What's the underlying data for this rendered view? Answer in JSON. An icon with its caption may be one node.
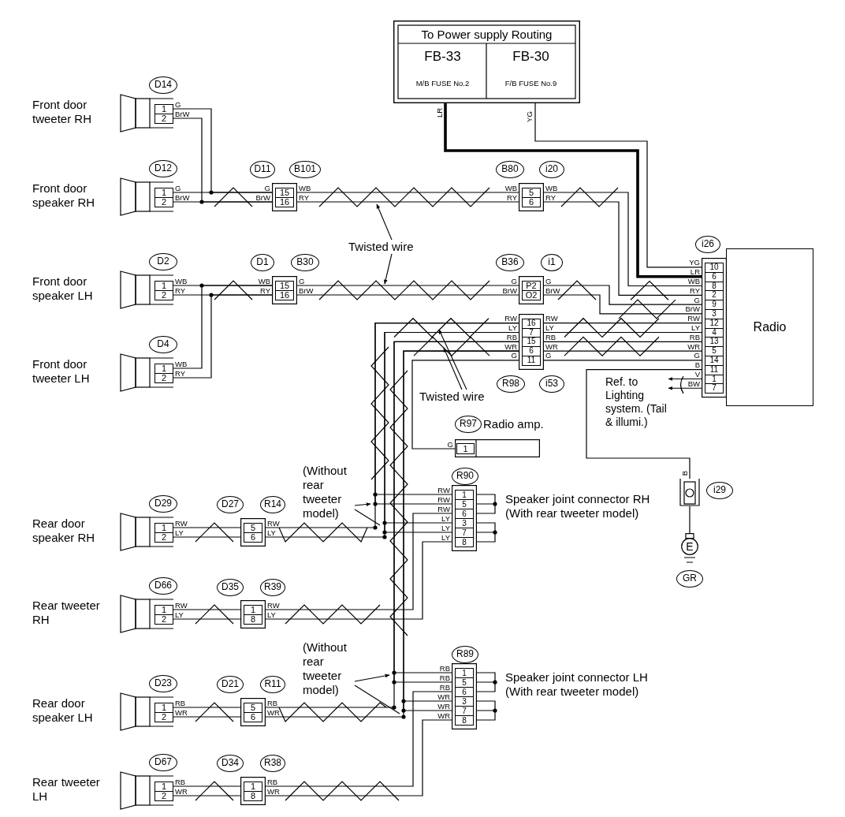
{
  "diagram": {
    "nodes": [
      {
        "text": [
          "To Power supply Routing",
          "FB-33",
          "M/B FUSE No.2",
          "FB-30",
          "F/B FUSE No.9",
          "LR",
          "YG"
        ]
      },
      {
        "text": [
          "D14",
          "1",
          "2",
          "G",
          "BrW"
        ],
        "beside": [
          "Front door tweeter RH"
        ]
      },
      {
        "text": [
          "D12",
          "1",
          "2",
          "G",
          "BrW"
        ],
        "beside": [
          "Front door speaker RH"
        ]
      },
      {
        "text": [
          "D11",
          "B101",
          "15",
          "16",
          "G",
          "BrW",
          "WB",
          "RY"
        ]
      },
      {
        "text": [
          "B80",
          "i20",
          "5",
          "6",
          "WB",
          "RY",
          "WB",
          "RY"
        ]
      },
      {
        "text": [
          "D2",
          "1",
          "2",
          "WB",
          "RY"
        ],
        "beside": [
          "Front door speaker LH"
        ]
      },
      {
        "text": [
          "D1",
          "B30",
          "15",
          "16",
          "WB",
          "RY",
          "G",
          "BrW"
        ]
      },
      {
        "text": [
          "B36",
          "i1",
          "P2",
          "O2",
          "G",
          "BrW",
          "G",
          "BrW"
        ]
      },
      {
        "text": [
          "D4",
          "1",
          "2",
          "WB",
          "RY"
        ],
        "beside": [
          "Front door tweeter LH"
        ]
      },
      {
        "text": [
          "R98",
          "i53",
          "16",
          "7",
          "15",
          "6",
          "11",
          "RW",
          "LY",
          "RB",
          "WR",
          "G",
          "RW",
          "LY",
          "RB",
          "WR",
          "G"
        ]
      },
      {
        "text": [
          "i26",
          "10",
          "6",
          "8",
          "2",
          "9",
          "3",
          "12",
          "4",
          "13",
          "5",
          "14",
          "11",
          "1",
          "7",
          "YG",
          "LR",
          "WB",
          "RY",
          "G",
          "BrW",
          "RW",
          "LY",
          "RB",
          "WR",
          "G",
          "B",
          "V",
          "BW"
        ]
      },
      {
        "text": [
          "Radio"
        ]
      },
      {
        "text": [
          "R97",
          "Radio amp.",
          "1",
          "G"
        ]
      },
      {
        "text": [
          "R90",
          "1",
          "5",
          "6",
          "3",
          "7",
          "8",
          "RW",
          "RW",
          "RW",
          "LY",
          "LY",
          "LY"
        ],
        "beside": [
          "Speaker joint connector RH",
          "(With rear tweeter model)"
        ]
      },
      {
        "text": [
          "D29",
          "1",
          "2",
          "RW",
          "LY"
        ],
        "beside": [
          "Rear door speaker RH"
        ]
      },
      {
        "text": [
          "D27",
          "R14",
          "5",
          "6",
          "RW",
          "LY"
        ]
      },
      {
        "text": [
          "D66",
          "1",
          "2",
          "RW",
          "LY"
        ],
        "beside": [
          "Rear tweeter RH"
        ]
      },
      {
        "text": [
          "D35",
          "R39",
          "1",
          "8",
          "RW",
          "LY"
        ]
      },
      {
        "text": [
          "R89",
          "1",
          "5",
          "6",
          "3",
          "7",
          "8",
          "RB",
          "RB",
          "RB",
          "WR",
          "WR",
          "WR"
        ],
        "beside": [
          "Speaker joint connector LH",
          "(With rear tweeter model)"
        ]
      },
      {
        "text": [
          "D23",
          "1",
          "2",
          "RB",
          "WR"
        ],
        "beside": [
          "Rear door speaker LH"
        ]
      },
      {
        "text": [
          "D21",
          "R11",
          "5",
          "6",
          "RB",
          "WR"
        ]
      },
      {
        "text": [
          "D67",
          "1",
          "2",
          "RB",
          "WR"
        ],
        "beside": [
          "Rear tweeter LH"
        ]
      },
      {
        "text": [
          "D34",
          "R38",
          "1",
          "8",
          "RB",
          "WR"
        ]
      },
      {
        "text": [
          "i29",
          "B"
        ]
      },
      {
        "text": [
          "E",
          "GR"
        ]
      },
      {
        "text": [
          "Ref. to Lighting system. (Tail & illumi.)"
        ]
      },
      {
        "text": [
          "Twisted wire"
        ]
      },
      {
        "text": [
          "Twisted wire"
        ]
      },
      {
        "text": [
          "(Without rear tweeter model)"
        ]
      },
      {
        "text": [
          "(Without rear tweeter model)"
        ]
      }
    ],
    "edges": [
      {
        "from": 0,
        "to": 10,
        "arrow": "none",
        "style": "thick"
      },
      {
        "from": 0,
        "to": 10,
        "arrow": "none"
      },
      {
        "from": 1,
        "to": 3,
        "arrow": "none"
      },
      {
        "from": 1,
        "to": 3,
        "arrow": "none"
      },
      {
        "from": 2,
        "to": 3,
        "arrow": "none"
      },
      {
        "from": 2,
        "to": 3,
        "arrow": "none"
      },
      {
        "from": 3,
        "to": 4,
        "arrow": "none"
      },
      {
        "from": 3,
        "to": 4,
        "arrow": "none"
      },
      {
        "from": 4,
        "to": 10,
        "arrow": "none"
      },
      {
        "from": 4,
        "to": 10,
        "arrow": "none"
      },
      {
        "from": 5,
        "to": 6,
        "arrow": "none"
      },
      {
        "from": 5,
        "to": 6,
        "arrow": "none"
      },
      {
        "from": 8,
        "to": 6,
        "arrow": "none"
      },
      {
        "from": 8,
        "to": 6,
        "arrow": "none"
      },
      {
        "from": 6,
        "to": 7,
        "arrow": "none"
      },
      {
        "from": 6,
        "to": 7,
        "arrow": "none"
      },
      {
        "from": 7,
        "to": 10,
        "arrow": "none"
      },
      {
        "from": 7,
        "to": 10,
        "arrow": "none"
      },
      {
        "from": 9,
        "to": 10,
        "arrow": "none"
      },
      {
        "from": 9,
        "to": 10,
        "arrow": "none"
      },
      {
        "from": 9,
        "to": 10,
        "arrow": "none"
      },
      {
        "from": 9,
        "to": 10,
        "arrow": "none"
      },
      {
        "from": 9,
        "to": 10,
        "arrow": "none"
      },
      {
        "from": 9,
        "to": 12,
        "arrow": "none"
      },
      {
        "from": 9,
        "to": 13,
        "arrow": "none"
      },
      {
        "from": 9,
        "to": 13,
        "arrow": "none"
      },
      {
        "from": 9,
        "to": 15,
        "arrow": "none"
      },
      {
        "from": 9,
        "to": 15,
        "arrow": "none"
      },
      {
        "from": 9,
        "to": 18,
        "arrow": "none"
      },
      {
        "from": 9,
        "to": 18,
        "arrow": "none"
      },
      {
        "from": 9,
        "to": 20,
        "arrow": "none"
      },
      {
        "from": 9,
        "to": 20,
        "arrow": "none"
      },
      {
        "from": 14,
        "to": 15,
        "arrow": "none"
      },
      {
        "from": 14,
        "to": 15,
        "arrow": "none"
      },
      {
        "from": 16,
        "to": 17,
        "arrow": "none"
      },
      {
        "from": 16,
        "to": 17,
        "arrow": "none"
      },
      {
        "from": 17,
        "to": 13,
        "arrow": "none"
      },
      {
        "from": 17,
        "to": 13,
        "arrow": "none"
      },
      {
        "from": 19,
        "to": 20,
        "arrow": "none"
      },
      {
        "from": 19,
        "to": 20,
        "arrow": "none"
      },
      {
        "from": 21,
        "to": 22,
        "arrow": "none"
      },
      {
        "from": 21,
        "to": 22,
        "arrow": "none"
      },
      {
        "from": 22,
        "to": 18,
        "arrow": "none"
      },
      {
        "from": 22,
        "to": 18,
        "arrow": "none"
      },
      {
        "from": 10,
        "to": 23,
        "arrow": "none"
      },
      {
        "from": 23,
        "to": 24,
        "arrow": "none"
      },
      {
        "from": 10,
        "to": 25,
        "arrow": "to"
      },
      {
        "from": 10,
        "to": 25,
        "arrow": "to"
      },
      {
        "from": 26,
        "to": null,
        "arrow": "to"
      },
      {
        "from": 26,
        "to": null,
        "arrow": "to"
      },
      {
        "from": 27,
        "to": null,
        "arrow": "to"
      },
      {
        "from": 27,
        "to": null,
        "arrow": "to"
      },
      {
        "from": 28,
        "to": null,
        "arrow": "to"
      },
      {
        "from": 28,
        "to": null,
        "arrow": "none"
      },
      {
        "from": 29,
        "to": null,
        "arrow": "to"
      },
      {
        "from": 29,
        "to": null,
        "arrow": "none"
      }
    ]
  }
}
